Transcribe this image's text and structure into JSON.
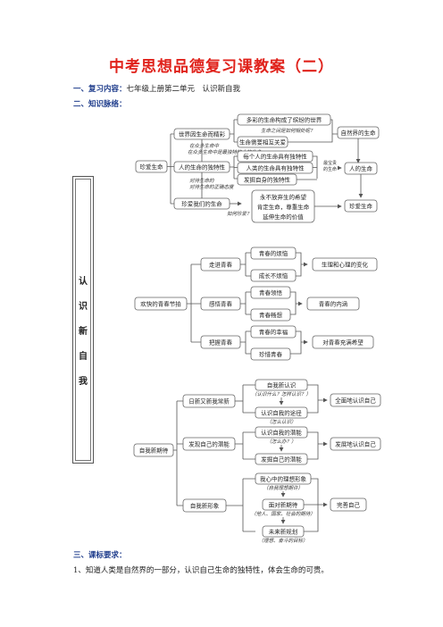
{
  "title": "中考思想品德复习课教案（二）",
  "section1": {
    "label": "一、复习内容：",
    "value": "七年级上册第二单元　认识新自我"
  },
  "section2": {
    "label": "二、知识脉络："
  },
  "section3": {
    "label": "三、课标要求："
  },
  "requirement_1": "1、知道人类是自然界的一部分，认识自己生命的独特性，体会生命的可贵。",
  "left_column_chars": [
    "认",
    "识",
    "新",
    "自",
    "我"
  ],
  "tree1": {
    "root": "珍爱生命",
    "n_world": "世界因生命而精彩",
    "n_unique": "人的生命的独特性",
    "n_cherish": "珍爱我们的生命",
    "w1": "多彩的生命构成了缤纷的世界",
    "w1_note": "生命之间是如何相处呢？",
    "w2": "生命需要相互关爱",
    "u1": "每个人的生命具有独特性",
    "u2": "人类的生命具有独特性",
    "u3": "发掘自身的独特性",
    "c1": "永不放弃生的希望",
    "c2": "肯定生命，尊重生命",
    "c3": "延伸生命的价值",
    "note_world_unique": "在众多生命中是最独特的人的生命",
    "note_unique_cherish": "对待生命的正确态度",
    "note_cherish": "如何珍爱？",
    "r_nature": "自然界的生命",
    "r_human": "人的生命",
    "r_cherish": "珍爱生命",
    "r_mid": "最宝贵的生命"
  },
  "tree2": {
    "root": "欢快的青春节拍",
    "a": "走进青春",
    "a1": "青春的烦恼",
    "a2": "成长不烦恼",
    "ar": "生理和心理的变化",
    "b": "感悟青春",
    "b1": "青春领悟",
    "b2": "青春畅想",
    "br": "青春的内涵",
    "c": "把握青春",
    "c1": "青春的幸福",
    "c2": "珍惜青春",
    "cr": "对青春充满希望"
  },
  "tree3": {
    "root": "自我新期待",
    "a": "日新又新我常新",
    "a1": "自我新认识",
    "a1_note": "（认识什么？怎样认识？）",
    "a2": "认识自我的途径",
    "a2_note": "（怎么认识）",
    "ar": "全面地认识自己",
    "b": "发现自己的潜能",
    "b1": "认识自我的潜能",
    "b1_note": "（怎么办？）",
    "b2": "发掘自己的潜能",
    "br": "发展地认识自己",
    "c": "自我新形象",
    "c1": "我心中的理想形象",
    "c1_note": "（自我理想期许）",
    "c2": "面对新期待",
    "c2_note": "（他人、国家、社会的期待）",
    "c3": "未来新规划",
    "c3_note": "（理想、奋斗的目标）",
    "cr": "完善自己"
  }
}
